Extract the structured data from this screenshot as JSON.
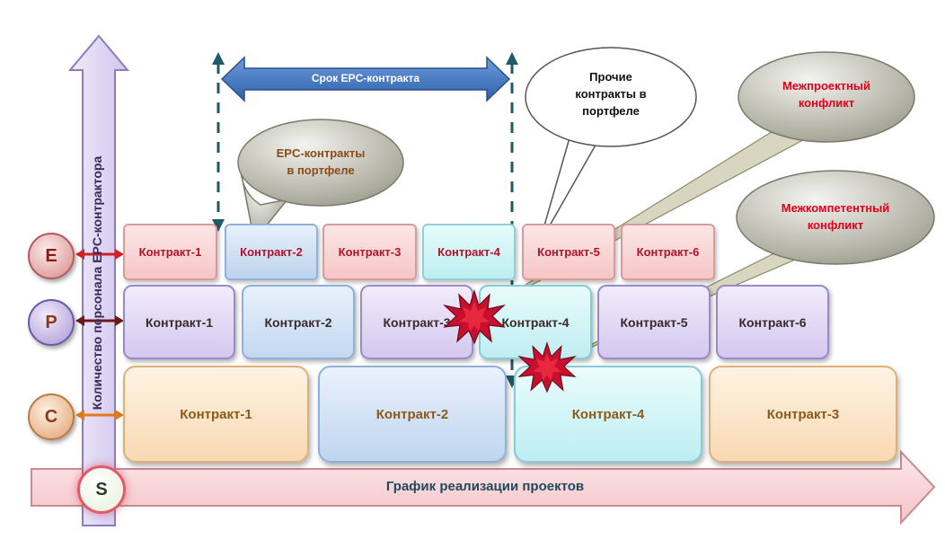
{
  "axes": {
    "vertical_label": "Количество персонала EPC-контрактора",
    "horizontal_label": "График реализации проектов",
    "origin_label": "S"
  },
  "levels": {
    "e": "E",
    "p": "P",
    "c": "C"
  },
  "term_label": "Срок EPC-контракта",
  "row_e": [
    "Контракт-1",
    "Контракт-2",
    "Контракт-3",
    "Контракт-4",
    "Контракт-5",
    "Контракт-6"
  ],
  "row_p": [
    "Контракт-1",
    "Контракт-2",
    "Контракт-3",
    "Контракт-4",
    "Контракт-5",
    "Контракт-6"
  ],
  "row_c": [
    "Контракт-1",
    "Контракт-2",
    "Контракт-4",
    "Контракт-3"
  ],
  "callouts": {
    "epc_portfolio": "EPC-контракты\nв портфеле",
    "other_contracts": "Прочие\nконтракты в\nпортфеле",
    "interproject": "Межпроектный\nконфликт",
    "intercompetence": "Межкомпетентный\nконфликт"
  },
  "colors": {
    "conflict_text": "#e0001a",
    "callout_text": "#8b4a1a",
    "term_arrow": "#3a6fb7",
    "star": "#c8102e"
  }
}
